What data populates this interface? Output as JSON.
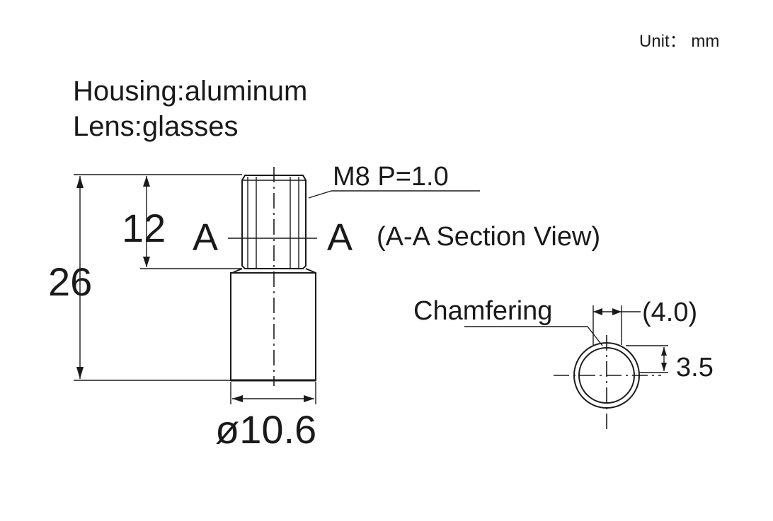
{
  "unit_label": "Unit： mm",
  "materials": {
    "housing": "Housing:aluminum",
    "lens": "Lens:glasses"
  },
  "thread_callout": "M8 P=1.0",
  "section": {
    "marker_left": "A",
    "marker_right": "A",
    "caption": "(A-A Section View)"
  },
  "dimensions": {
    "overall_height": "26",
    "thread_length": "12",
    "diameter": "ø10.6",
    "chamfer_width": "(4.0)",
    "chamfer_height": "3.5"
  },
  "chamfering_label": "Chamfering"
}
